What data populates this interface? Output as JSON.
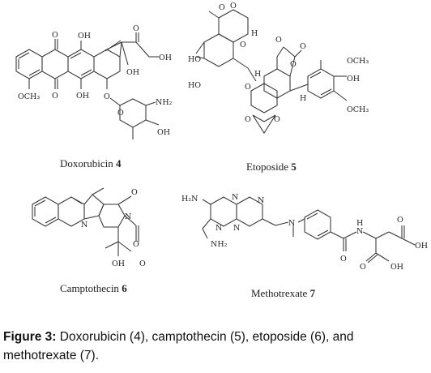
{
  "figure": {
    "caption_label": "Figure 3:",
    "caption_text": " Doxorubicin (4), camptothecin (5), etoposide (6), and methotrexate (7)."
  },
  "molecules": [
    {
      "name": "Doxorubicin",
      "number": "4"
    },
    {
      "name": "Etoposide",
      "number": "5"
    },
    {
      "name": "Camptothecin",
      "number": "6"
    },
    {
      "name": "Methotrexate",
      "number": "7"
    }
  ],
  "atom_labels": {
    "doxorubicin": [
      "O",
      "OH",
      "O",
      "OH",
      "OH",
      "OCH₃",
      "O",
      "OH",
      "O",
      "O",
      "NH₂",
      "OH"
    ],
    "etoposide": [
      "O",
      "O",
      "H",
      "HO",
      "O",
      "H",
      "HO",
      "O",
      "O",
      "O",
      "O",
      "OCH₃",
      "OH",
      "OCH₃",
      "H",
      "O",
      "O"
    ],
    "camptothecin": [
      "N",
      "N",
      "O",
      "O",
      "OH",
      "O"
    ],
    "methotrexate": [
      "H₂N",
      "N",
      "N",
      "N",
      "N",
      "NH₂",
      "N",
      "O",
      "N",
      "H",
      "OH",
      "O",
      "OH",
      "O"
    ]
  }
}
